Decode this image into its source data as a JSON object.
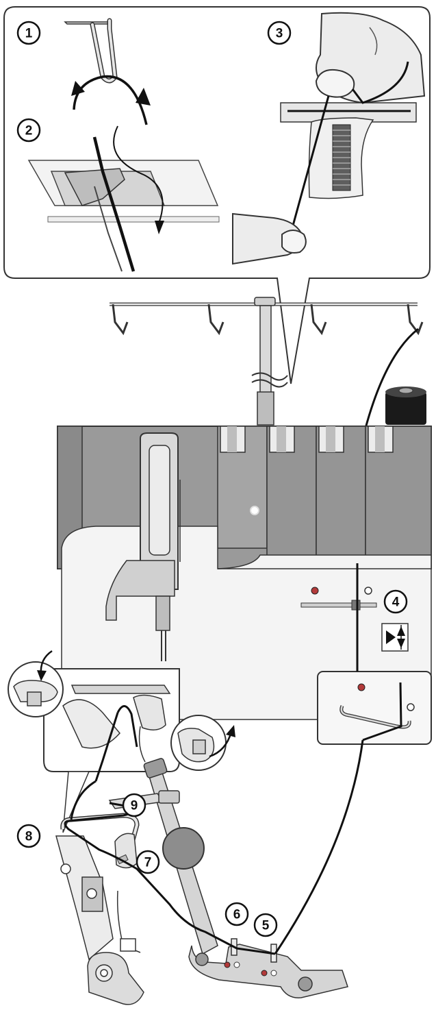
{
  "colors": {
    "machine_body": "#9a9a9a",
    "machine_dark": "#7f7f7f",
    "machine_light": "#ececec",
    "panel_white": "#f7f7f7",
    "thread": "#111111",
    "outline": "#333333",
    "red_dot": "#b33a3a",
    "knob_gray": "#8d8d8d",
    "hand_skin": "#e9e9e9"
  },
  "icons": {
    "thread_tension_indicator": "triangle-arrow-icon"
  },
  "steps": [
    {
      "label": "1"
    },
    {
      "label": "2"
    },
    {
      "label": "3"
    },
    {
      "label": "4"
    },
    {
      "label": "5"
    },
    {
      "label": "6"
    },
    {
      "label": "7"
    },
    {
      "label": "8"
    },
    {
      "label": "9"
    }
  ]
}
